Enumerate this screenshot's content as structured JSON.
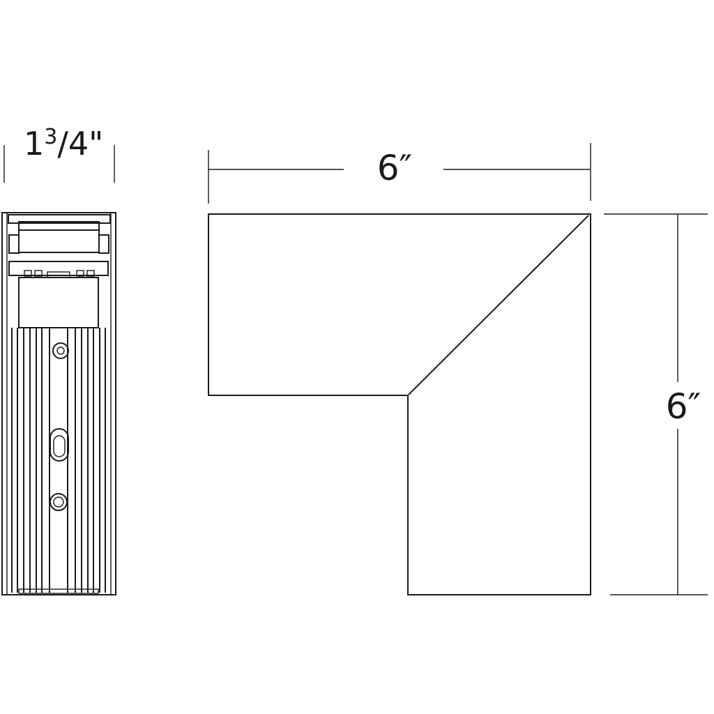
{
  "profile_view": {
    "width_label": "1",
    "width_label_sup": "3",
    "width_label_rest": "/4\""
  },
  "front_view": {
    "width_label": "6″",
    "height_label": "6″"
  }
}
